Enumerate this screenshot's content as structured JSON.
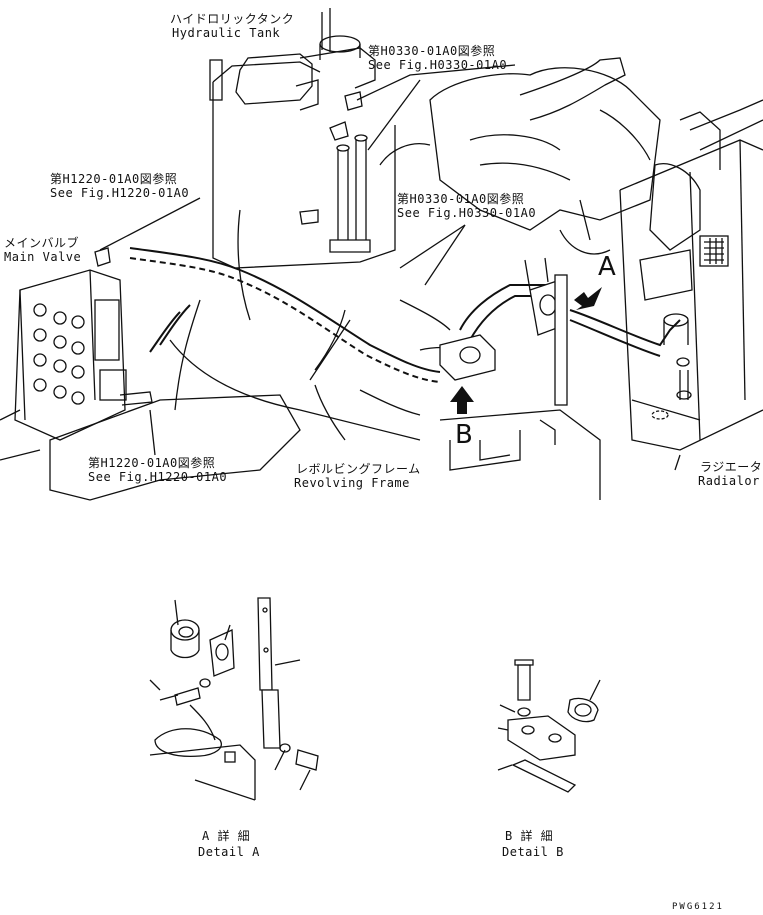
{
  "labels": {
    "hydraulic_tank_jp": "ハイドロリックタンク",
    "hydraulic_tank_en": "Hydraulic Tank",
    "ref_h0330_top_jp": "第H0330-01A0図参照",
    "ref_h0330_top_en": "See Fig.H0330-01A0",
    "ref_h1220_top_jp": "第H1220-01A0図参照",
    "ref_h1220_top_en": "See Fig.H1220-01A0",
    "ref_h0330_mid_jp": "第H0330-01A0図参照",
    "ref_h0330_mid_en": "See Fig.H0330-01A0",
    "main_valve_jp": "メインバルブ",
    "main_valve_en": "Main Valve",
    "ref_h1220_bot_jp": "第H1220-01A0図参照",
    "ref_h1220_bot_en": "See Fig.H1220-01A0",
    "revolving_frame_jp": "レボルビングフレーム",
    "revolving_frame_en": "Revolving Frame",
    "radiator_jp": "ラジエータ",
    "radiator_en": "Radialor",
    "view_a": "A",
    "view_b": "B",
    "detail_a_jp": "A 詳 細",
    "detail_a_en": "Detail A",
    "detail_b_jp": "B 詳 細",
    "detail_b_en": "Detail B",
    "drawing_code": "PWG6121"
  }
}
